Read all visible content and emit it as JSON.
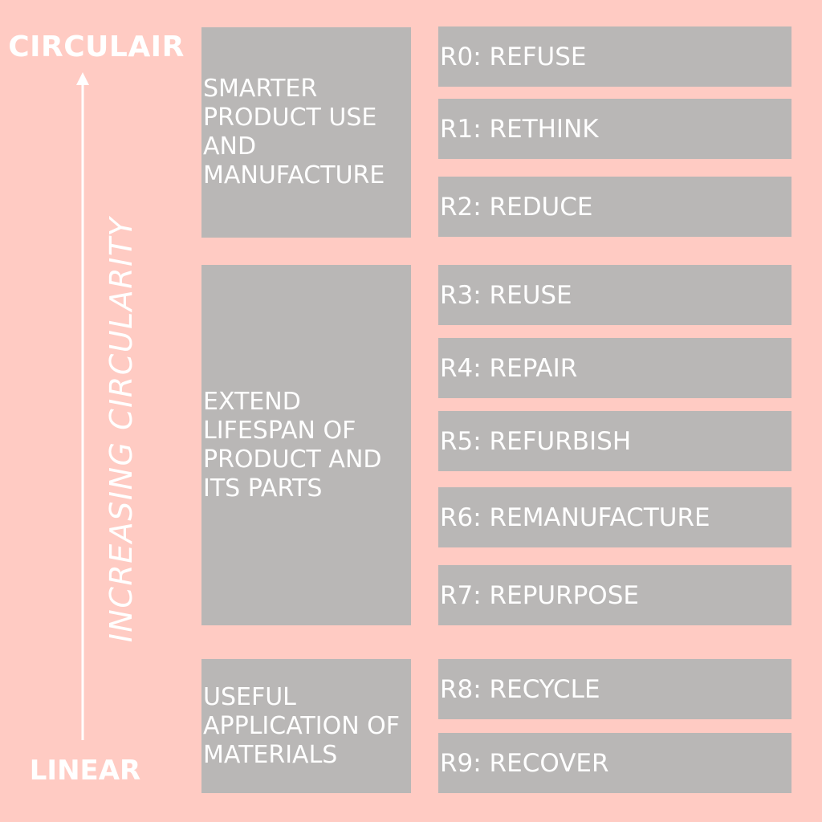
{
  "axis": {
    "top_label": "CIRCULAIR",
    "bottom_label": "LINEAR",
    "direction_label": "INCREASING CIRCULARITY"
  },
  "groups": [
    {
      "label": "SMARTER PRODUCT USE AND MANUFACTURE"
    },
    {
      "label": "EXTEND LIFESPAN OF PRODUCT AND ITS PARTS"
    },
    {
      "label": "USEFUL APPLICATION OF MATERIALS"
    }
  ],
  "strategies": [
    {
      "label": "R0: REFUSE"
    },
    {
      "label": "R1: RETHINK"
    },
    {
      "label": "R2: REDUCE"
    },
    {
      "label": "R3: REUSE"
    },
    {
      "label": "R4: REPAIR"
    },
    {
      "label": "R5: REFURBISH"
    },
    {
      "label": "R6: REMANUFACTURE"
    },
    {
      "label": "R7: REPURPOSE"
    },
    {
      "label": "R8: RECYCLE"
    },
    {
      "label": "R9: RECOVER"
    }
  ],
  "colors": {
    "background": "#ffcbc3",
    "box": "#b9b7b6",
    "text": "#ffffff"
  }
}
